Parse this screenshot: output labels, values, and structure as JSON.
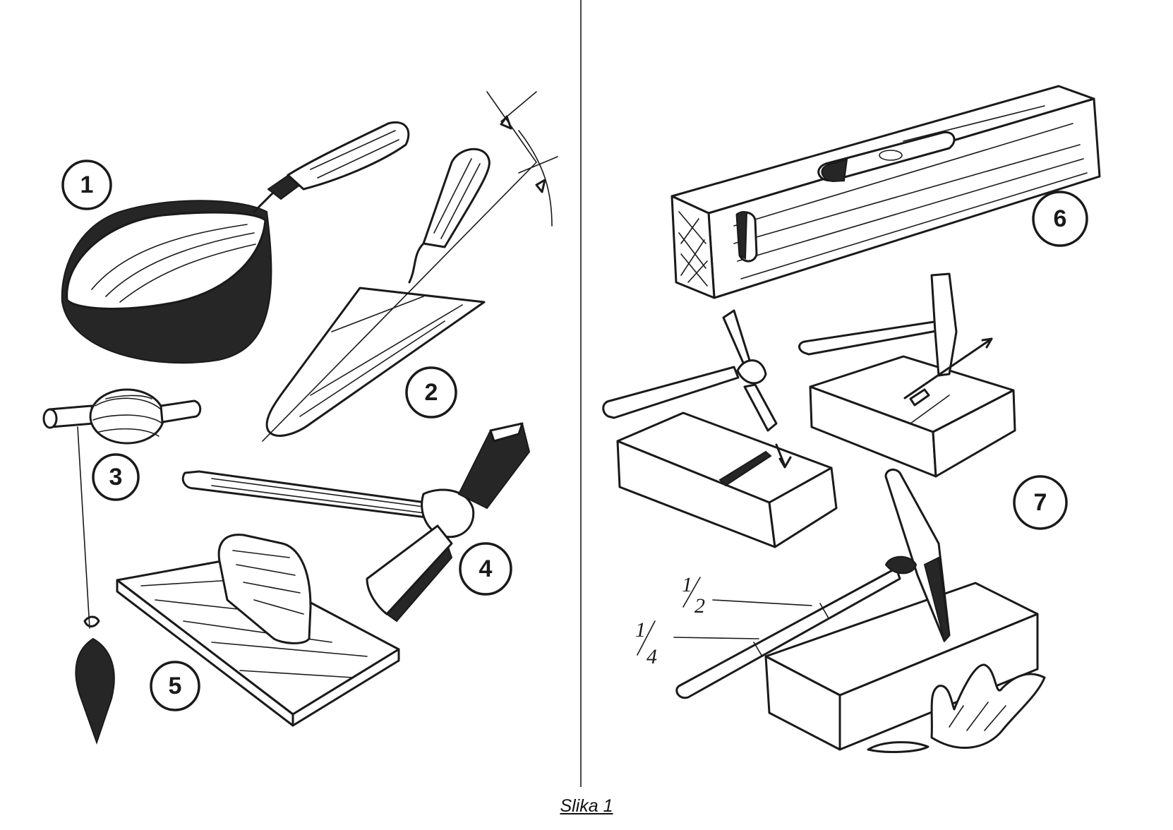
{
  "caption": "Slika 1",
  "labels": {
    "n1": "1",
    "n2": "2",
    "n3": "3",
    "n4": "4",
    "n5": "5",
    "n6": "6",
    "n7": "7",
    "half_num": "1",
    "half_den": "2",
    "quarter_num": "1",
    "quarter_den": "4"
  },
  "colors": {
    "ink": "#1a1a1a",
    "paper": "#ffffff"
  }
}
